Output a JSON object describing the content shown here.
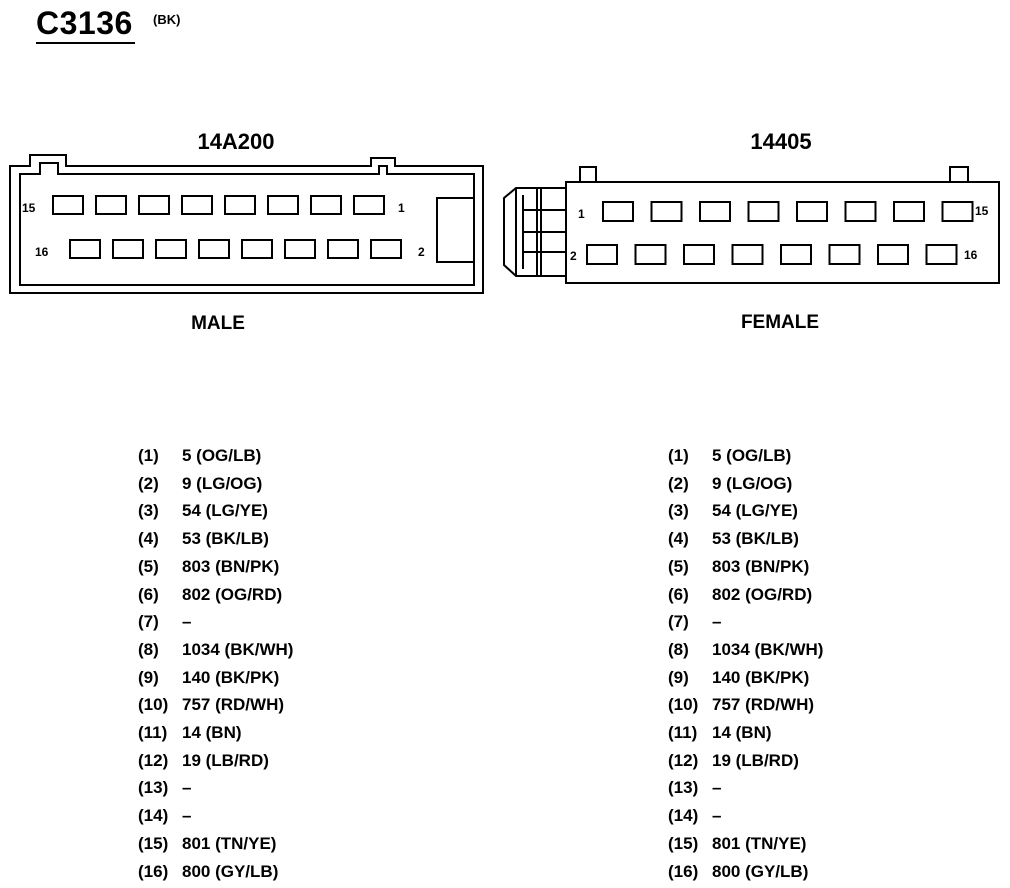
{
  "connector": {
    "id": "C3136",
    "color_code": "(BK)"
  },
  "male": {
    "part_number": "14A200",
    "gender_label": "MALE",
    "pin_labels": {
      "top_left": "15",
      "top_right": "1",
      "bottom_left": "16",
      "bottom_right": "2"
    }
  },
  "female": {
    "part_number": "14405",
    "gender_label": "FEMALE",
    "pin_labels": {
      "top_left": "1",
      "top_right": "15",
      "bottom_left": "2",
      "bottom_right": "16"
    }
  },
  "pins": [
    {
      "num": "(1)",
      "circuit": "5 (OG/LB)"
    },
    {
      "num": "(2)",
      "circuit": "9 (LG/OG)"
    },
    {
      "num": "(3)",
      "circuit": "54 (LG/YE)"
    },
    {
      "num": "(4)",
      "circuit": "53 (BK/LB)"
    },
    {
      "num": "(5)",
      "circuit": "803 (BN/PK)"
    },
    {
      "num": "(6)",
      "circuit": "802 (OG/RD)"
    },
    {
      "num": "(7)",
      "circuit": "–"
    },
    {
      "num": "(8)",
      "circuit": "1034 (BK/WH)"
    },
    {
      "num": "(9)",
      "circuit": "140 (BK/PK)"
    },
    {
      "num": "(10)",
      "circuit": "757 (RD/WH)"
    },
    {
      "num": "(11)",
      "circuit": "14 (BN)"
    },
    {
      "num": "(12)",
      "circuit": "19 (LB/RD)"
    },
    {
      "num": "(13)",
      "circuit": "–"
    },
    {
      "num": "(14)",
      "circuit": "–"
    },
    {
      "num": "(15)",
      "circuit": "801 (TN/YE)"
    },
    {
      "num": "(16)",
      "circuit": "800 (GY/LB)"
    }
  ]
}
